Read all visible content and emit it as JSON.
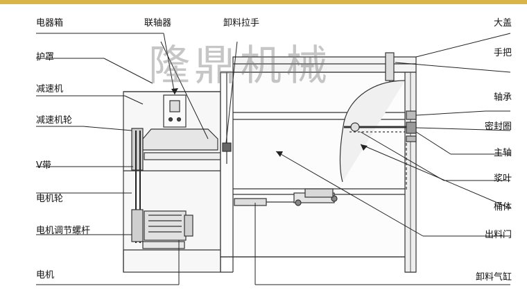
{
  "watermark": "隆鼎机械",
  "labels_left": [
    {
      "id": "control-box",
      "text": "电器箱"
    },
    {
      "id": "guard",
      "text": "护罩"
    },
    {
      "id": "reducer",
      "text": "减速机"
    },
    {
      "id": "reducer-pulley",
      "text": "减速机轮"
    },
    {
      "id": "v-belt",
      "text": "V带"
    },
    {
      "id": "motor-pulley",
      "text": "电机轮"
    },
    {
      "id": "motor-adjust-screw",
      "text": "电机调节螺杆"
    },
    {
      "id": "motor",
      "text": "电机"
    }
  ],
  "labels_top": [
    {
      "id": "coupling",
      "text": "联轴器"
    },
    {
      "id": "discharge-handle",
      "text": "卸料拉手"
    }
  ],
  "labels_right": [
    {
      "id": "big-cover",
      "text": "大盖"
    },
    {
      "id": "handle",
      "text": "手把"
    },
    {
      "id": "bearing",
      "text": "轴承"
    },
    {
      "id": "seal-ring",
      "text": "密封圈"
    },
    {
      "id": "main-shaft",
      "text": "主轴"
    },
    {
      "id": "paddle",
      "text": "浆叶"
    },
    {
      "id": "barrel",
      "text": "桶体"
    },
    {
      "id": "discharge-door",
      "text": "出料门"
    },
    {
      "id": "discharge-cylinder",
      "text": "卸料气缸"
    }
  ]
}
